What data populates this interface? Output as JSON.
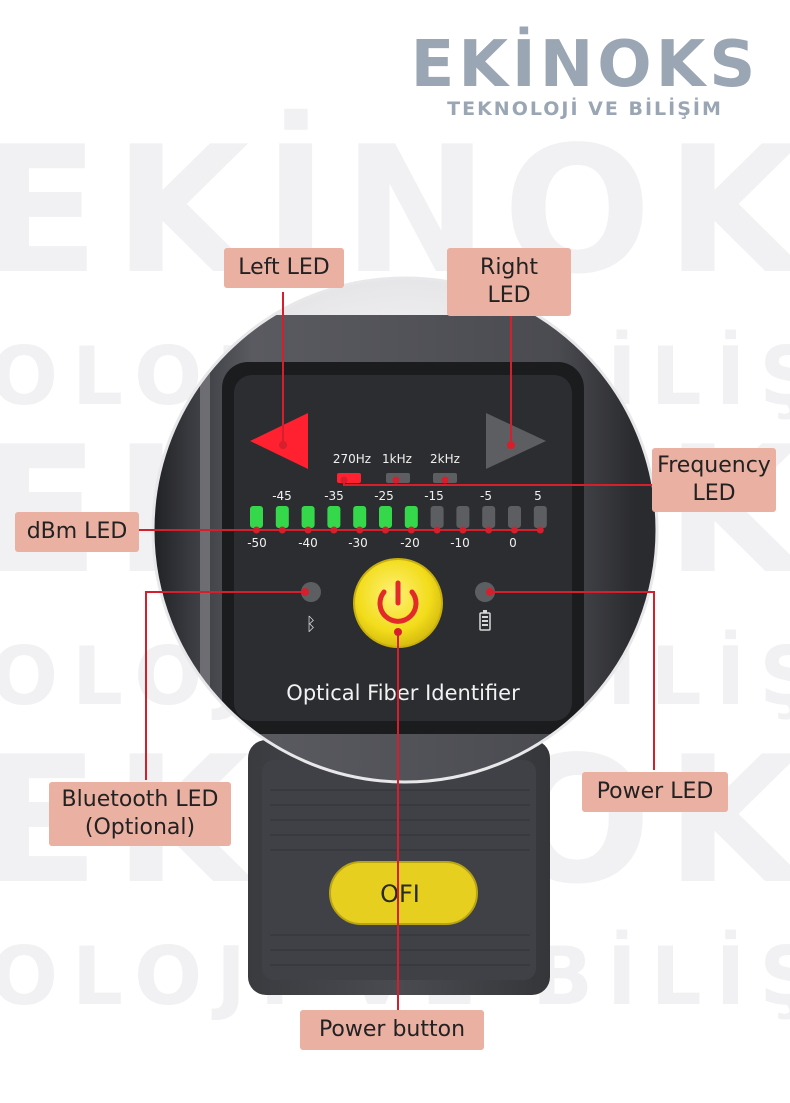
{
  "brand": {
    "name": "EKİNOKS",
    "tagline": "TEKNOLOJİ VE BİLİŞİM"
  },
  "labels": {
    "left_led": "Left LED",
    "right_led": "Right LED",
    "frequency_led_1": "Frequency",
    "frequency_led_2": "LED",
    "dbm_led": "dBm LED",
    "bluetooth_led_1": "Bluetooth LED",
    "bluetooth_led_2": "(Optional)",
    "power_led": "Power LED",
    "power_button": "Power button"
  },
  "device": {
    "frequencies": [
      "270Hz",
      "1kHz",
      "2kHz"
    ],
    "active_frequency": "270Hz",
    "dbm_top_ticks": [
      "-45",
      "-35",
      "-25",
      "-15",
      "-5",
      "5"
    ],
    "dbm_bottom_ticks": [
      "-50",
      "-40",
      "-30",
      "-20",
      "-10",
      "0"
    ],
    "dbm_led_count": 12,
    "dbm_leds_lit": 7,
    "panel_title": "Optical Fiber Identifier",
    "ofi_button": "OFI"
  },
  "colors": {
    "label_bg": "#eab0a2",
    "pointer_line": "#d61f2c",
    "led_green": "#35d84a",
    "led_red": "#ff2030",
    "power_button": "#f2dc1a"
  }
}
